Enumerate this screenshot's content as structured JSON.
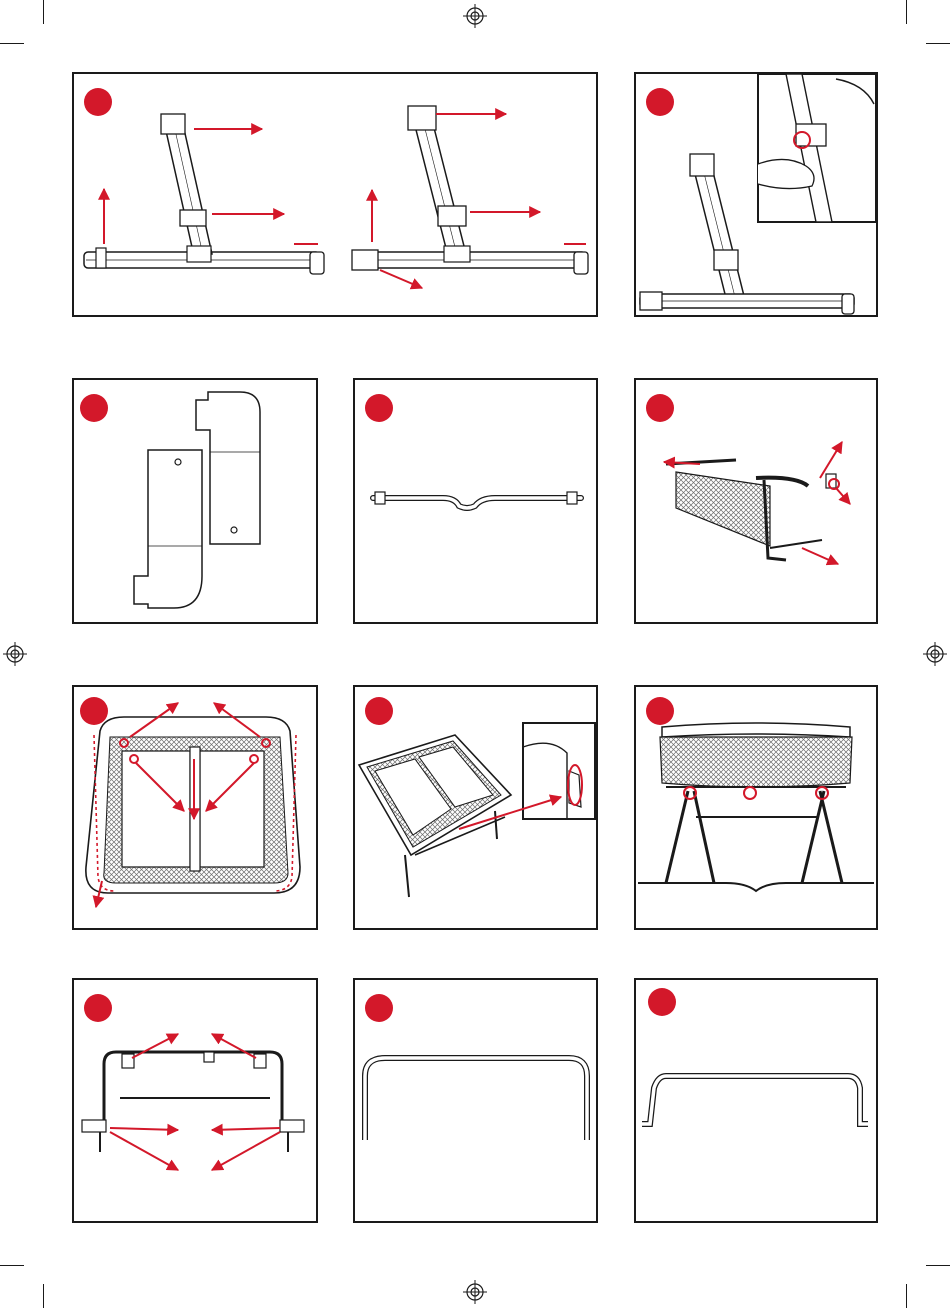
{
  "colors": {
    "accent": "#d3182a",
    "line": "#1a1a1a",
    "mesh": "#8a8a8a",
    "paper": "#ffffff"
  },
  "icons": {
    "registration_mark": "crosshair-circle-icon",
    "step_marker": "red-circle-icon",
    "direction_arrow": "red-arrow-icon"
  },
  "steps": [
    {
      "id": "p1",
      "number": "",
      "content": "leg-tube-and-base-bar-assembly"
    },
    {
      "id": "p2",
      "number": "",
      "content": "leg-clip-detail-with-hand-inset"
    },
    {
      "id": "p3",
      "number": "",
      "content": "two-side-panels"
    },
    {
      "id": "p4",
      "number": "",
      "content": "cross-bar"
    },
    {
      "id": "p5",
      "number": "",
      "content": "bassinet-frame-assembly"
    },
    {
      "id": "p6",
      "number": "",
      "content": "bassinet-top-view-with-dividers"
    },
    {
      "id": "p7",
      "number": "",
      "content": "bassinet-side-view-with-zoom-inset"
    },
    {
      "id": "p8",
      "number": "",
      "content": "bassinet-on-stand-front-view"
    },
    {
      "id": "p9",
      "number": "",
      "content": "frame-with-connectors"
    },
    {
      "id": "p10",
      "number": "",
      "content": "u-shaped-bar"
    },
    {
      "id": "p11",
      "number": "",
      "content": "handle-bar-with-bent-ends"
    }
  ]
}
